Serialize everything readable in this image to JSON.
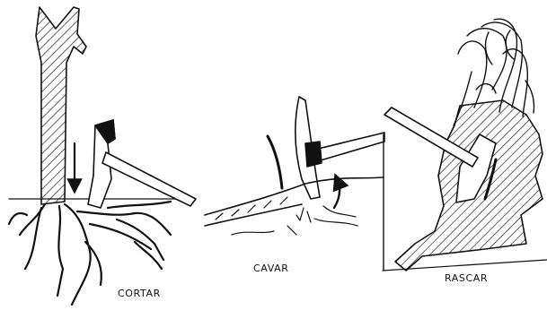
{
  "panels": {
    "cortar": {
      "label": "CORTAR"
    },
    "cavar": {
      "label": "CAVAR"
    },
    "rascar": {
      "label": "RASCAR"
    }
  },
  "colors": {
    "ink": "#111111",
    "paper": "#ffffff"
  }
}
